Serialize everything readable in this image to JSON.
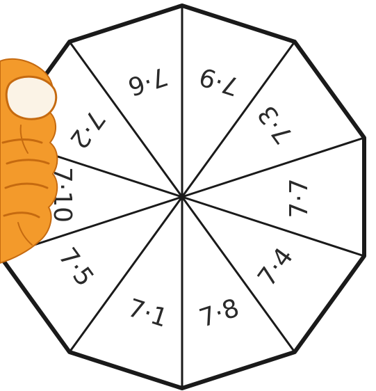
{
  "spinner": {
    "segments": [
      {
        "label": "7·9"
      },
      {
        "label": "7·3"
      },
      {
        "label": "7·7"
      },
      {
        "label": "7·4"
      },
      {
        "label": "7·8"
      },
      {
        "label": "7·1"
      },
      {
        "label": "7·5"
      },
      {
        "label": "7·10"
      },
      {
        "label": "7·2"
      },
      {
        "label": "7·6"
      }
    ],
    "colors": {
      "outline": "#1a1a1a",
      "fill": "#ffffff",
      "paw": "#f39a2b",
      "paw_dark": "#c56a10",
      "claw": "#fbf3e6"
    }
  }
}
